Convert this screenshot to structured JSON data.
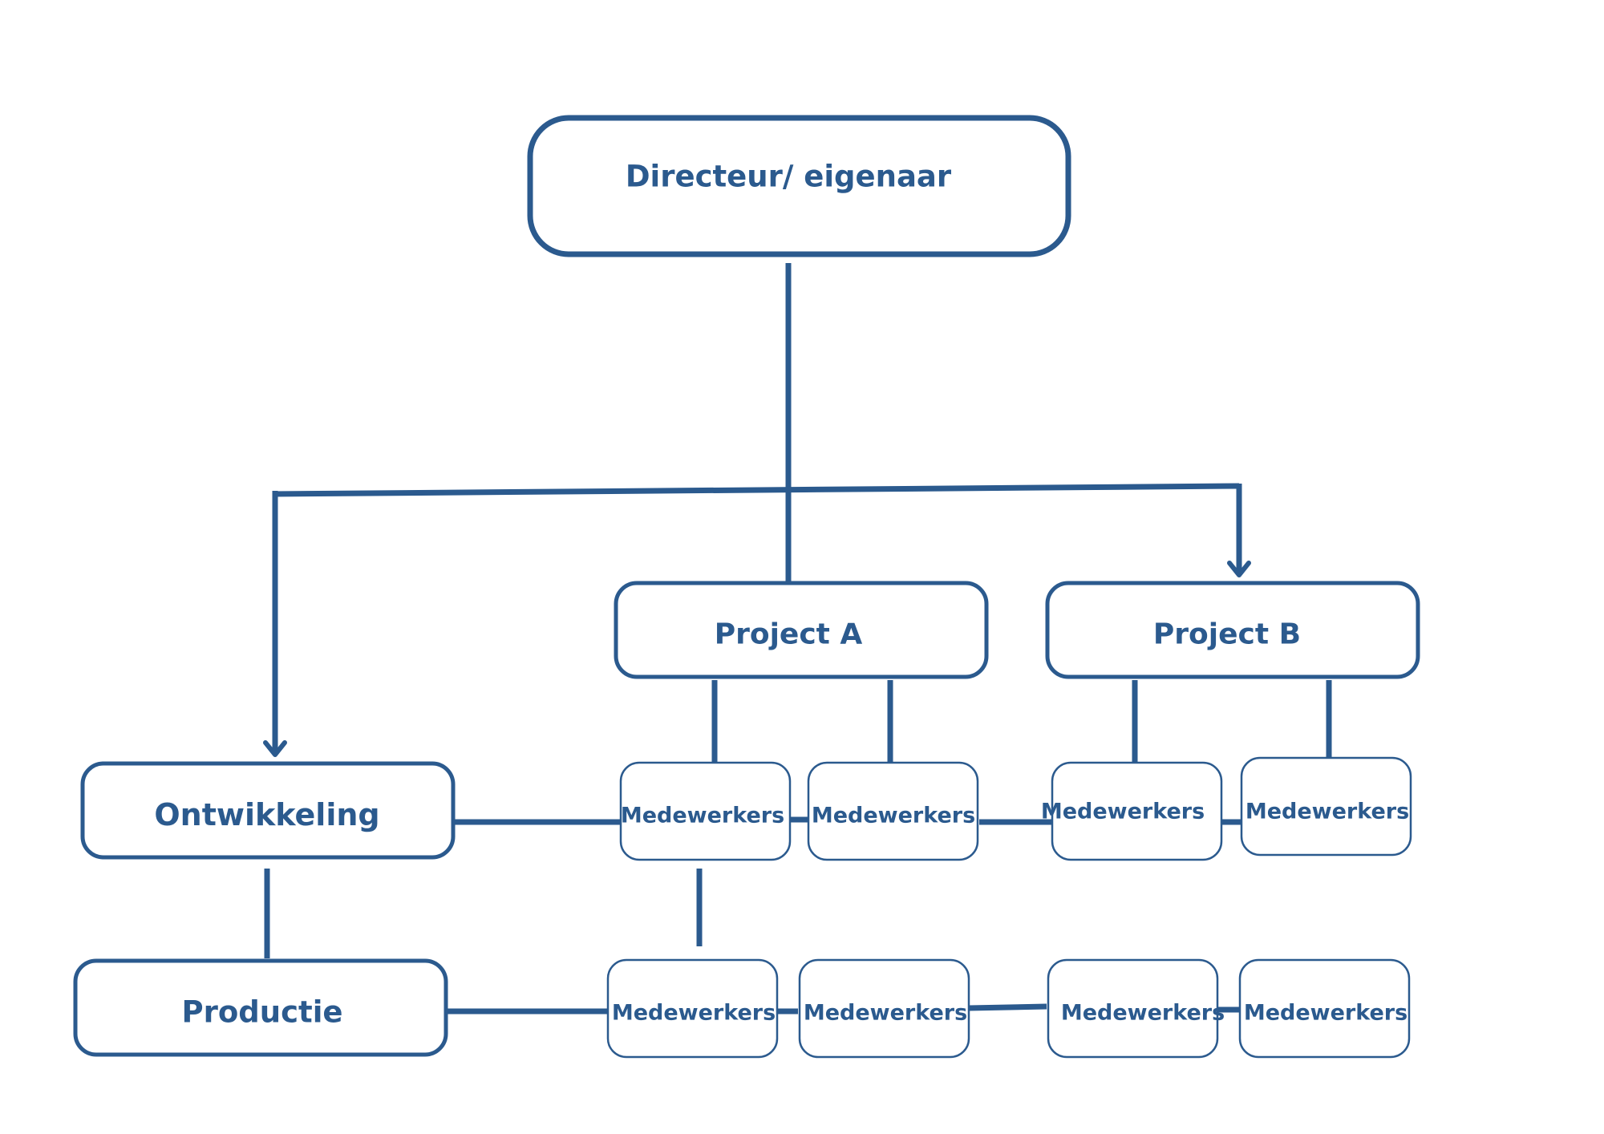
{
  "diagram": {
    "nodes": {
      "director": "Directeur/ eigenaar",
      "project_a": "Project A",
      "project_b": "Project B",
      "ontwikkeling": "Ontwikkeling",
      "productie": "Productie",
      "staff": [
        "Medewerkers",
        "Medewerkers",
        "Medewerkers",
        "Medewerkers",
        "Medewerkers",
        "Medewerkers",
        "Medewerkers",
        "Medewerkers"
      ]
    }
  },
  "colors": {
    "stroke": "#2B5A8E",
    "text": "#2B5A8E",
    "background": "#FFFFFF"
  }
}
